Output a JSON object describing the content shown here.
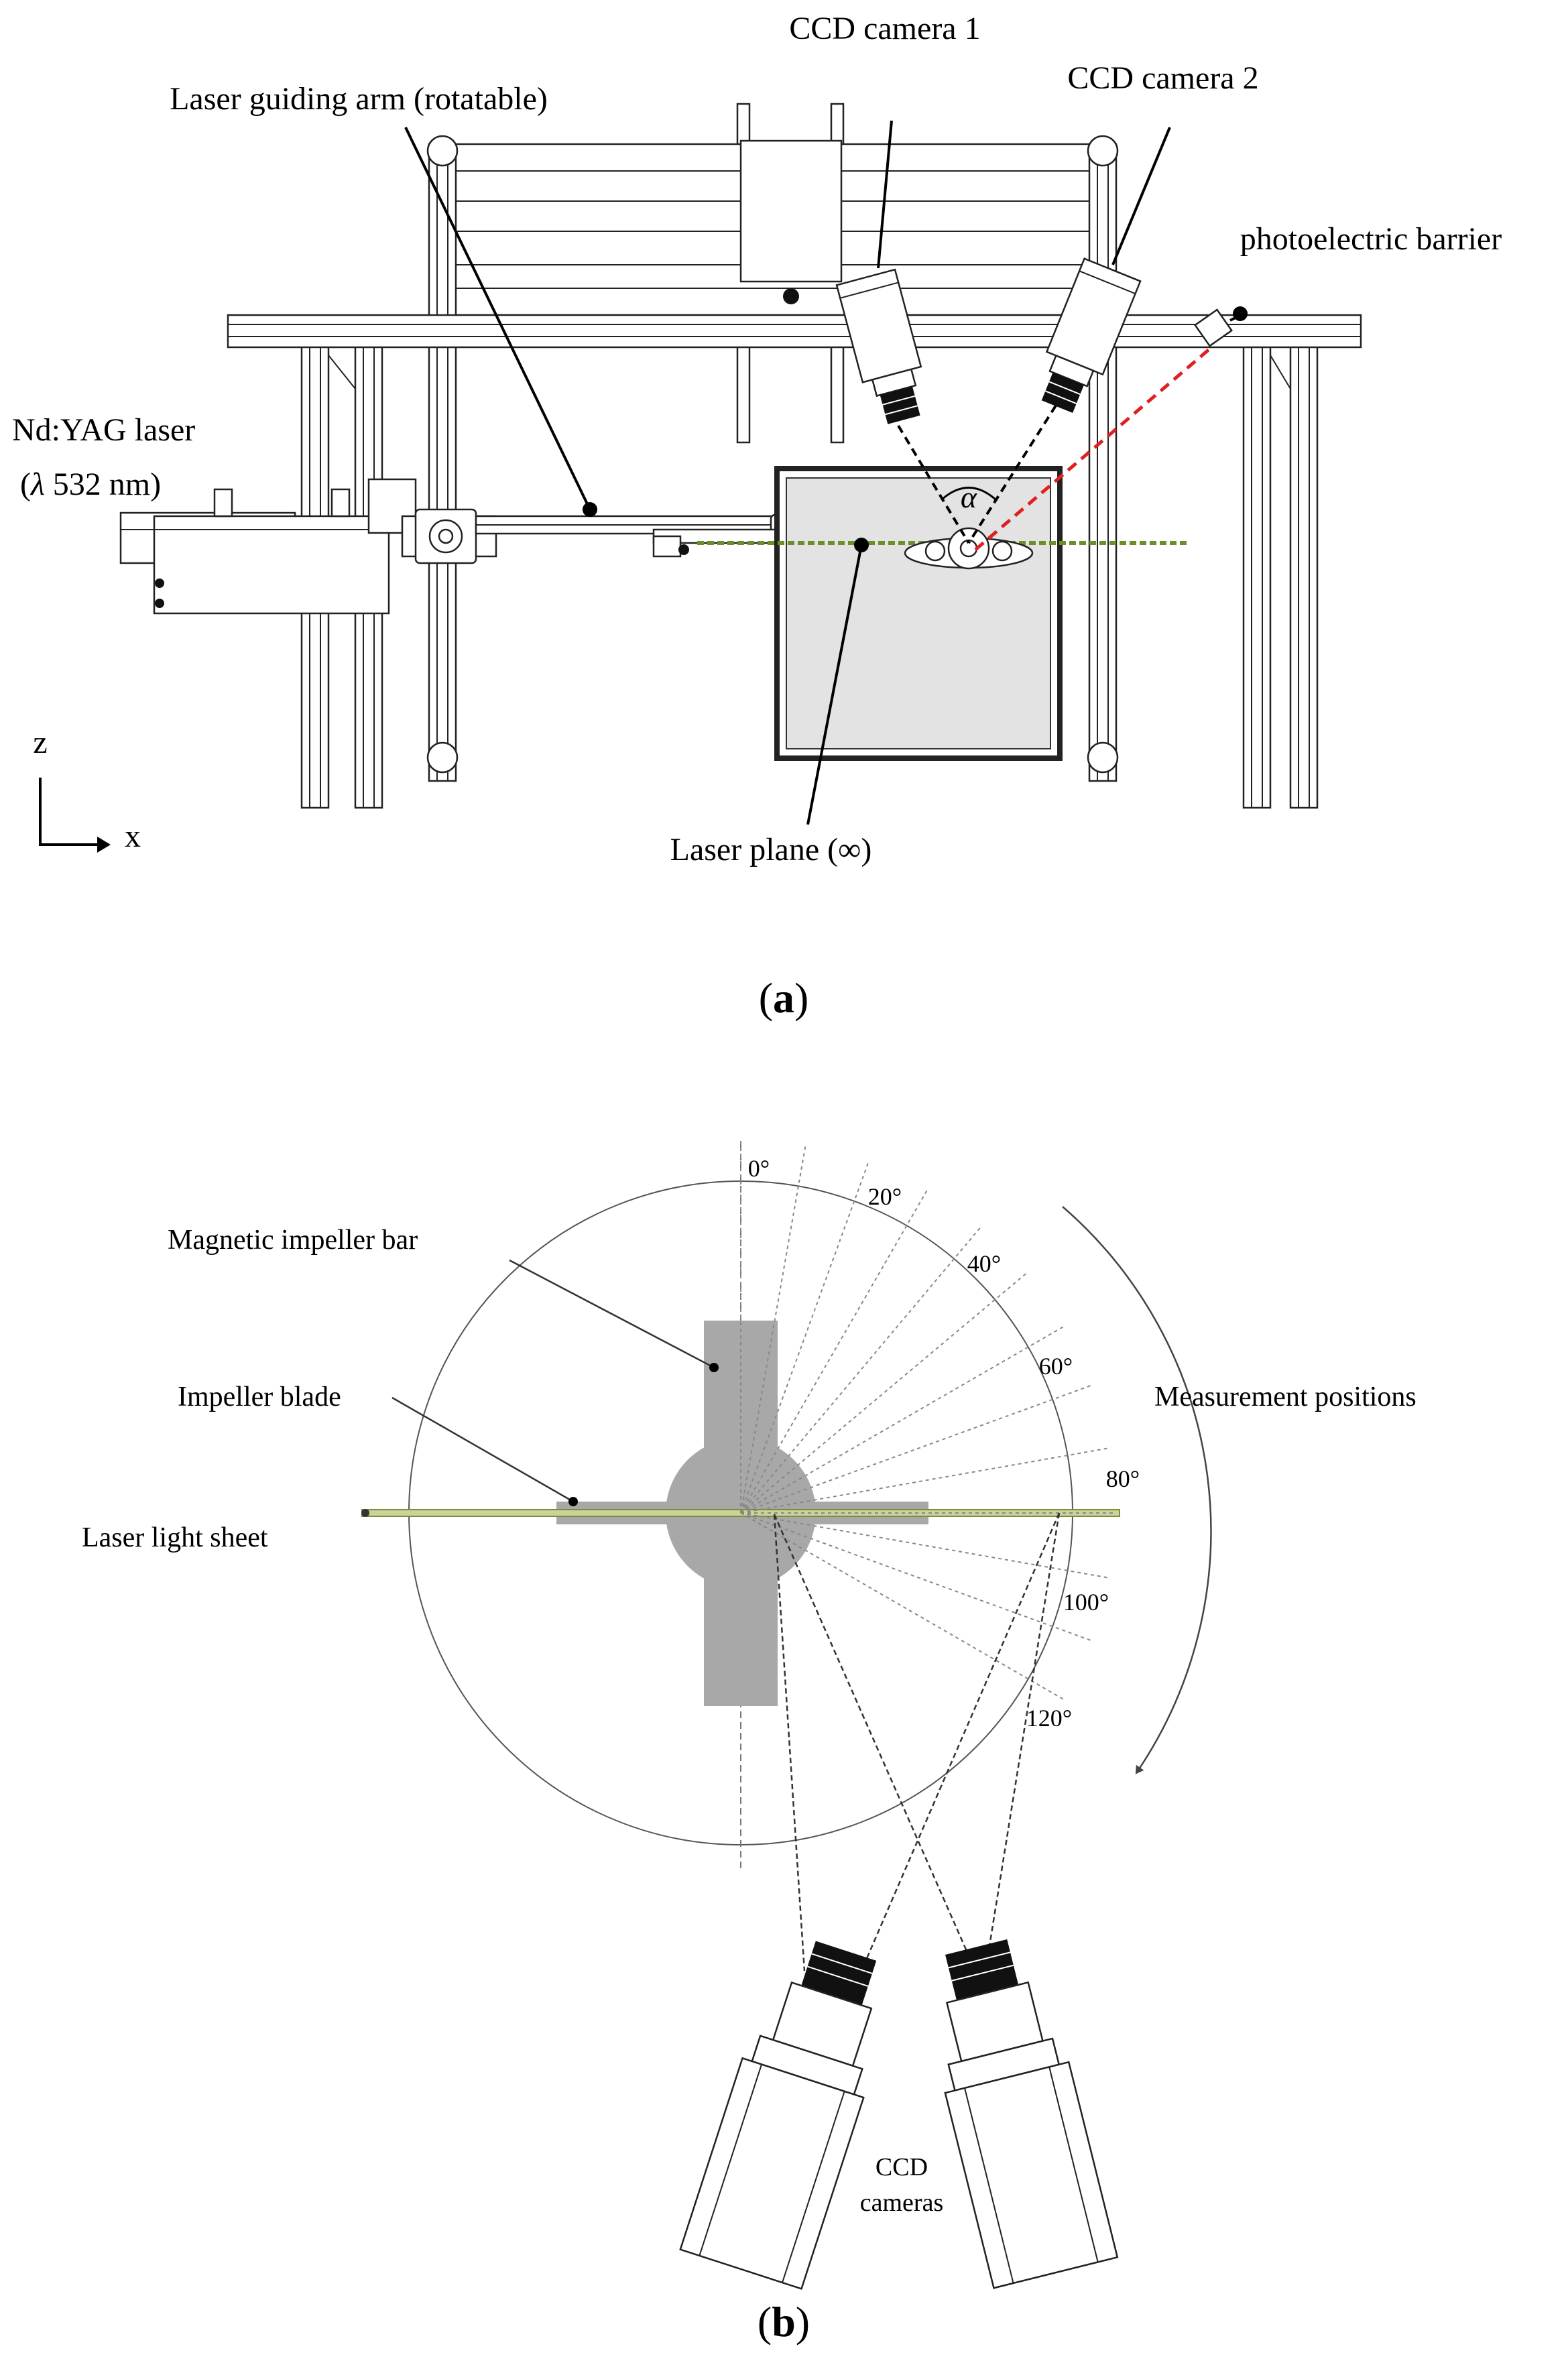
{
  "panel_a": {
    "labels": {
      "ccd_camera_1": "CCD camera 1",
      "ccd_camera_2": "CCD camera 2",
      "laser_guiding_arm": "Laser guiding arm (rotatable)",
      "photoelectric_barrier": "photoelectric barrier",
      "laser_name": "Nd:YAG laser",
      "laser_lambda_symbol": "λ",
      "laser_lambda_value": " 532 nm",
      "laser_paren_open": "(",
      "laser_paren_close": ")",
      "alpha": "α",
      "axis_z": "z",
      "axis_x": "x",
      "laser_plane": "Laser plane (∞)"
    },
    "caption": {
      "open": "(",
      "letter": "a",
      "close": ")"
    },
    "colors": {
      "laser_beam": "#6d8f2a",
      "barrier_beam": "#e02020",
      "tank_fill": "#e3e3e3"
    }
  },
  "panel_b": {
    "labels": {
      "magnetic_impeller_bar": "Magnetic impeller bar",
      "impeller_blade": "Impeller blade",
      "laser_light_sheet": "Laser light sheet",
      "measurement_positions": "Measurement positions",
      "ccd_cameras_line1": "CCD",
      "ccd_cameras_line2": "cameras"
    },
    "angles": [
      "0°",
      "20°",
      "40°",
      "60°",
      "80°",
      "100°",
      "120°"
    ],
    "caption": {
      "open": "(",
      "letter": "b",
      "close": ")"
    },
    "colors": {
      "impeller": "#a8a8a8",
      "light_sheet": "#c9d49a",
      "light_sheet_edge": "#7d8c3a"
    }
  }
}
